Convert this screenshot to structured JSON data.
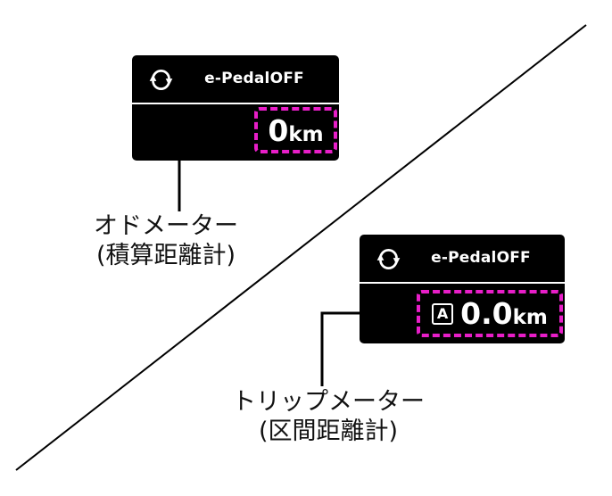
{
  "colors": {
    "panel_bg": "#000000",
    "panel_text": "#ffffff",
    "highlight_border": "#e81ec8",
    "line": "#000000"
  },
  "top_display": {
    "mode_label": "e-PedalOFF",
    "odometer_value": "0",
    "odometer_unit": "km"
  },
  "top_callout": {
    "line1": "オドメーター",
    "line2": "(積算距離計)"
  },
  "bottom_display": {
    "mode_label": "e-PedalOFF",
    "trip_indicator": "A",
    "trip_value": "0.0",
    "trip_unit": "km"
  },
  "bottom_callout": {
    "line1": "トリップメーター",
    "line2": "(区間距離計)"
  }
}
